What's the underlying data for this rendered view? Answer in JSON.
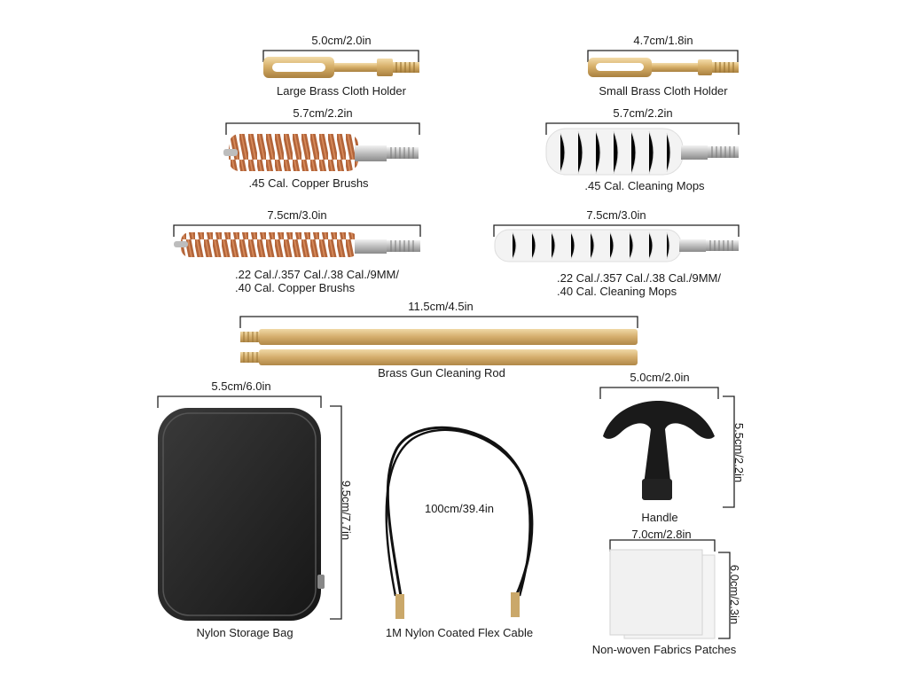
{
  "items": {
    "large_holder": {
      "dimension": "5.0cm/2.0in",
      "name": "Large Brass Cloth Holder"
    },
    "small_holder": {
      "dimension": "4.7cm/1.8in",
      "name": "Small Brass Cloth Holder"
    },
    "brush_45": {
      "dimension": "5.7cm/2.2in",
      "name": ".45 Cal. Copper Brushs"
    },
    "mop_45": {
      "dimension": "5.7cm/2.2in",
      "name": ".45 Cal. Cleaning Mops"
    },
    "brush_22": {
      "dimension": "7.5cm/3.0in",
      "name": ".22 Cal./.357 Cal./.38 Cal./9MM/\n.40 Cal. Copper Brushs"
    },
    "mop_22": {
      "dimension": "7.5cm/3.0in",
      "name": ".22 Cal./.357 Cal./.38 Cal./9MM/\n.40 Cal. Cleaning Mops"
    },
    "rod": {
      "dimension": "11.5cm/4.5in",
      "name": "Brass Gun Cleaning Rod"
    },
    "bag": {
      "width": "5.5cm/6.0in",
      "height": "9.5cm/7.7in",
      "name": "Nylon Storage Bag"
    },
    "cable": {
      "dimension": "100cm/39.4in",
      "name": "1M Nylon Coated Flex Cable"
    },
    "handle": {
      "width": "5.0cm/2.0in",
      "height": "5.5cm/2.2in",
      "name": "Handle"
    },
    "patches": {
      "width": "7.0cm/2.8in",
      "height": "6.0cm/2.3in",
      "name": "Non-woven Fabrics Patches"
    }
  }
}
